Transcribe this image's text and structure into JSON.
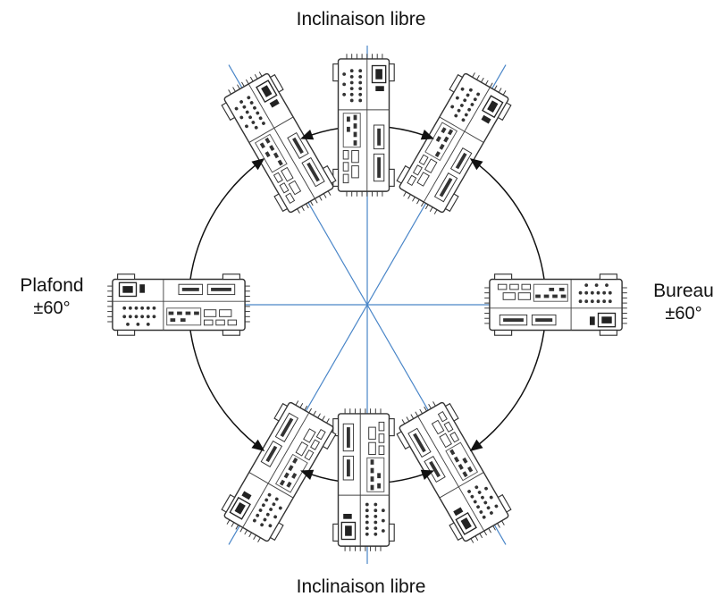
{
  "labels": {
    "top": "Inclinaison libre",
    "bottom": "Inclinaison libre",
    "left_name": "Plafond",
    "left_range": "±60°",
    "right_name": "Bureau",
    "right_range": "±60°"
  },
  "colors": {
    "axis_line": "#4a86c8",
    "circle": "#111111",
    "projector_stroke": "#333333",
    "projector_fill": "#ffffff"
  },
  "orientations": [
    {
      "id": "ceiling",
      "angle_deg": 180
    },
    {
      "id": "desk",
      "angle_deg": 0
    },
    {
      "id": "top",
      "angle_deg": 90
    },
    {
      "id": "top-left",
      "angle_deg": 120
    },
    {
      "id": "top-right",
      "angle_deg": 60
    },
    {
      "id": "bottom",
      "angle_deg": 270
    },
    {
      "id": "bottom-left",
      "angle_deg": 240
    },
    {
      "id": "bottom-right",
      "angle_deg": 300
    }
  ]
}
